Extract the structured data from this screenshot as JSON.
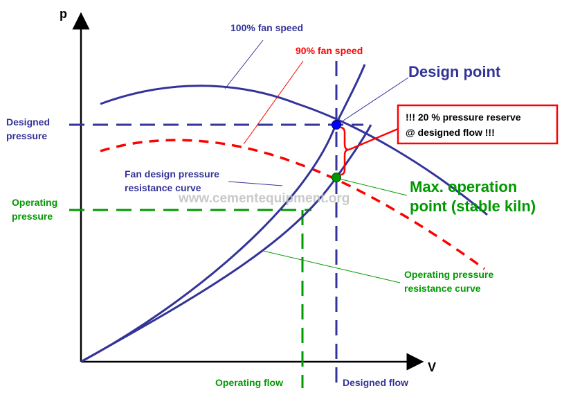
{
  "axes": {
    "y_label": "p",
    "x_label": "V"
  },
  "curves": {
    "fan_100": {
      "label": "100% fan speed",
      "color": "#333399"
    },
    "fan_90": {
      "label": "90% fan speed",
      "color": "#ff0000"
    },
    "design_resistance": {
      "label_line1": "Fan design pressure",
      "label_line2": "resistance curve",
      "color": "#333399"
    },
    "operating_resistance": {
      "label_line1": "Operating pressure",
      "label_line2": "resistance curve",
      "color": "#333399"
    }
  },
  "points": {
    "design_point": {
      "label": "Design point",
      "color": "#0000ff"
    },
    "max_operation": {
      "label_line1": "Max. operation",
      "label_line2": "point (stable kiln)",
      "color": "#009900"
    }
  },
  "reference_lines": {
    "designed_pressure": {
      "label_line1": "Designed",
      "label_line2": "pressure",
      "color": "#333399"
    },
    "operating_pressure": {
      "label_line1": "Operating",
      "label_line2": "pressure",
      "color": "#009900"
    },
    "operating_flow": {
      "label": "Operating flow",
      "color": "#009900"
    },
    "designed_flow": {
      "label": "Designed flow",
      "color": "#333399"
    }
  },
  "callout": {
    "line1": "!!! 20 % pressure reserve",
    "line2": "@ designed flow !!!",
    "border_color": "#ff0000"
  },
  "watermark": "www.cementequipment.org"
}
